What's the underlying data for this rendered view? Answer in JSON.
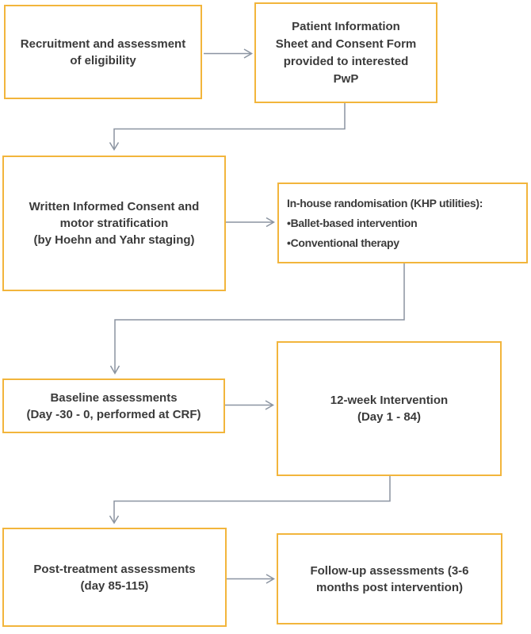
{
  "diagram": {
    "boxes": {
      "recruitment": {
        "lines": [
          "Recruitment and assessment",
          "of eligibility"
        ]
      },
      "pis_consent": {
        "lines": [
          "Patient Information",
          "Sheet and Consent Form",
          "provided to interested",
          "PwP"
        ]
      },
      "written_consent": {
        "lines": [
          "Written Informed Consent and",
          "motor stratification",
          "(by Hoehn and Yahr staging)"
        ]
      },
      "randomisation": {
        "lines": [
          "In-house randomisation (KHP utilities):",
          "•Ballet-based intervention",
          "•Conventional therapy"
        ]
      },
      "baseline": {
        "lines": [
          "Baseline assessments",
          "(Day -30 - 0, performed at CRF)"
        ]
      },
      "intervention": {
        "lines": [
          "12-week Intervention",
          "(Day 1 - 84)"
        ]
      },
      "post_treatment": {
        "lines": [
          "Post-treatment assessments",
          "(day 85-115)"
        ]
      },
      "follow_up": {
        "lines": [
          "Follow-up assessments (3-6",
          "months post intervention)"
        ]
      }
    }
  },
  "colors": {
    "box_border": "#F2B53C",
    "connector": "#8B94A1",
    "text_color": "#3B3B3B"
  }
}
